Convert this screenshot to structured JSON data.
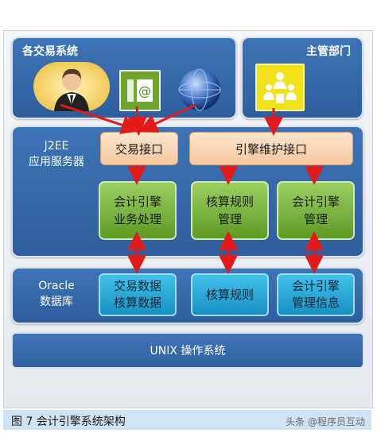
{
  "panels": {
    "trading_systems": "各交易系统",
    "management": "主管部门"
  },
  "layers": {
    "app_server": "J2EE\n应用服务器",
    "database": "Oracle\n数据库",
    "os": "UNIX 操作系统"
  },
  "interfaces": {
    "trade": "交易接口",
    "maintenance": "引擎维护接口"
  },
  "modules": {
    "business": "会计引擎\n业务处理",
    "rules": "核算规则\n管理",
    "engine_mgmt": "会计引擎\n管理"
  },
  "data": {
    "trade_data": "交易数据\n核算数据",
    "rules": "核算规则",
    "engine_info": "会计引擎\n管理信息"
  },
  "icons": [
    "person-icon",
    "email-icon",
    "globe-icon",
    "department-icon"
  ],
  "colors": {
    "panel": "#3d74b6",
    "interface": "#f5c79d",
    "module": "#7fb843",
    "data": "#2aa8d8",
    "arrow": "#e21a1a"
  },
  "caption": "图 7  会计引擎系统架构",
  "watermark": "头条 @程序员互动"
}
